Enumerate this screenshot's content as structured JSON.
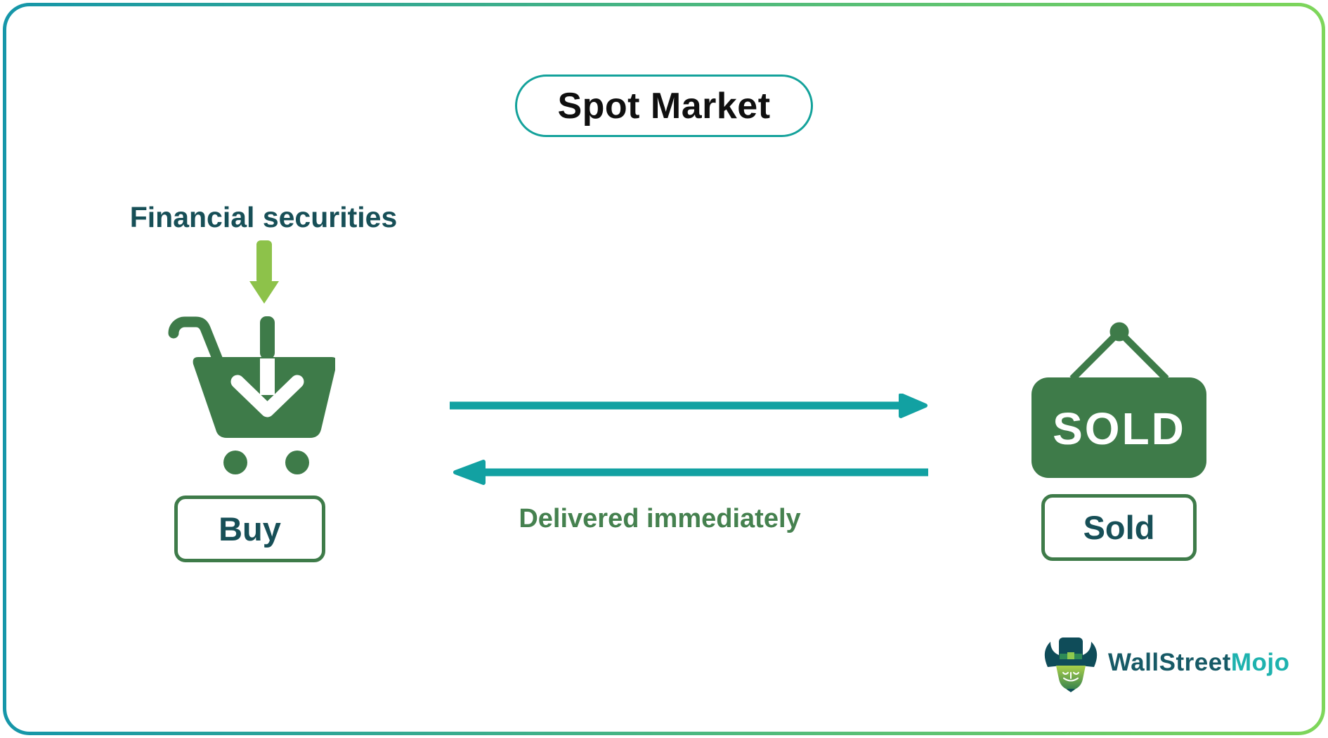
{
  "title": {
    "label": "Spot Market"
  },
  "buy_side": {
    "caption": "Financial securities",
    "box_label": "Buy"
  },
  "flow": {
    "label": "Delivered immediately"
  },
  "sell_side": {
    "sign_text": "SOLD",
    "box_label": "Sold"
  },
  "branding": {
    "wordmark_primary": "WallStreet",
    "wordmark_secondary": "Mojo"
  },
  "icons": {
    "cart": "shopping-cart-download-icon",
    "down_arrow": "green-down-arrow-icon",
    "flow_right": "right-arrow-icon",
    "flow_left": "left-arrow-icon",
    "sold_sign": "sold-hanging-sign-icon",
    "mascot": "wallstreetmojo-bull-icon"
  },
  "colors": {
    "accent_teal": "#12a1a2",
    "accent_green": "#3e7b49",
    "light_green": "#8dc24a",
    "dark_teal_text": "#174f57",
    "delivered_green": "#45814f",
    "border_gradient_start": "#1596a9",
    "border_gradient_end": "#7ed65a",
    "pill_border": "#14a29b",
    "wallstreet_teal": "#175a66",
    "mojo_teal": "#1eb2ae"
  }
}
